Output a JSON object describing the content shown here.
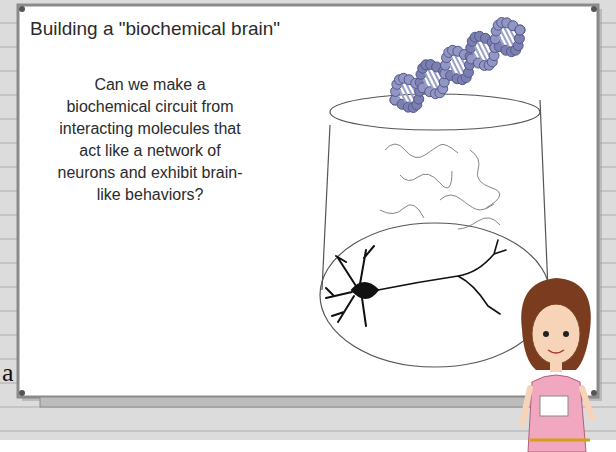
{
  "diagram": {
    "title": "Building a \"biochemical brain\"",
    "labels": [
      "Can we make a biochemical circuit from interacting molecules that act like a network of neurons and exhibit brain-like behaviors?",
      "a"
    ]
  }
}
